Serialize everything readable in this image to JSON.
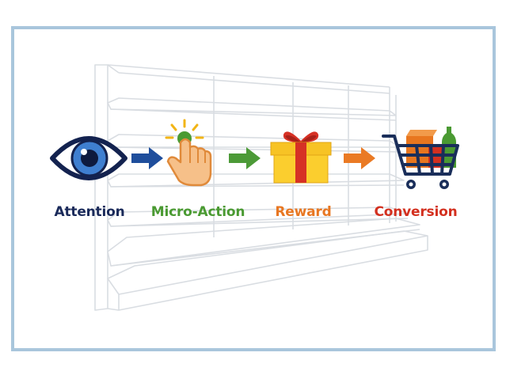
{
  "diagram": {
    "steps": [
      {
        "label": "Attention",
        "icon": "eye-icon",
        "color": "#1a2a5a"
      },
      {
        "label": "Micro-Action",
        "icon": "tap-hand-icon",
        "color": "#4a9a32"
      },
      {
        "label": "Reward",
        "icon": "gift-icon",
        "color": "#e87722"
      },
      {
        "label": "Conversion",
        "icon": "shopping-cart-icon",
        "color": "#d3301f"
      }
    ],
    "arrow_colors": [
      "#1f4e9c",
      "#4c9a37",
      "#ea7a24"
    ],
    "background": "empty-store-shelf",
    "frame_color": "#a9c6dc"
  }
}
